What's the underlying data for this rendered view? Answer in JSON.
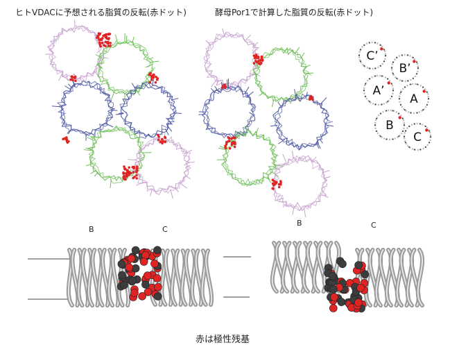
{
  "titles": {
    "left": "ヒトVDACに予想される脂質の反転(赤ドット)",
    "right": "酵母Por1で計算した脂質の反転(赤ドット)"
  },
  "key_labels": [
    "C’",
    "B’",
    "A’",
    "A",
    "B",
    "C"
  ],
  "bottom_labels": {
    "left_b": "B",
    "left_c": "C",
    "right_b": "B",
    "right_c": "C"
  },
  "caption": "赤は極性残基",
  "colors": {
    "purple": "#c7a3cf",
    "green": "#6fbe5a",
    "blue": "#4f58a3",
    "red": "#e02424",
    "grey": "#8e8e8e",
    "dark": "#3d3d3d"
  }
}
